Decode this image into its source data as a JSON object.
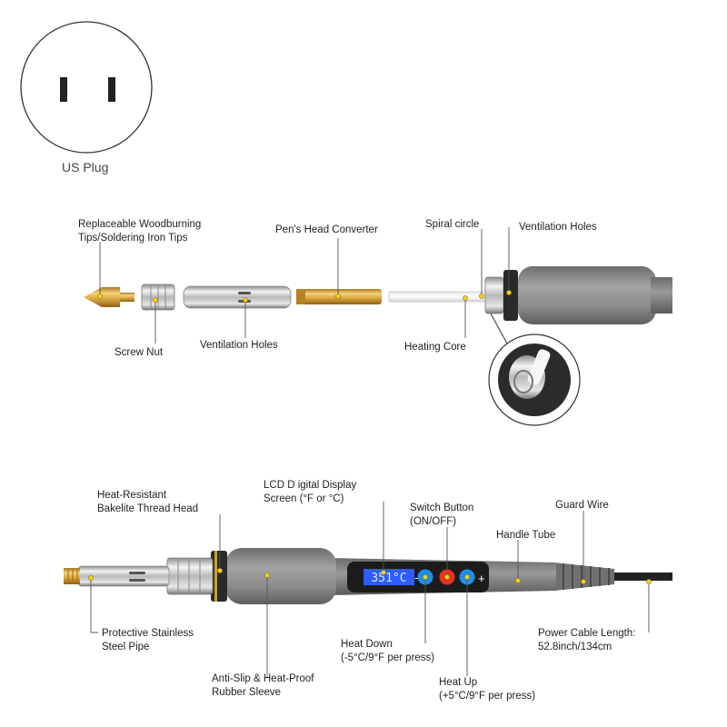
{
  "plug": {
    "caption": "US Plug"
  },
  "exploded": {
    "tips_line1": "Replaceable Woodburning",
    "tips_line2": "Tips/Soldering Iron Tips",
    "head_converter": "Pen's Head Converter",
    "spiral": "Spiral circle",
    "vent_top": "Ventilation Holes",
    "screw_nut": "Screw Nut",
    "vent_bottom": "Ventilation Holes",
    "heating_core": "Heating Core"
  },
  "assembled": {
    "thread_line1": "Heat-Resistant",
    "thread_line2": "Bakelite Thread Head",
    "lcd_line1": "LCD D igital Display",
    "lcd_line2": "Screen (°F or °C)",
    "switch_line1": "Switch Button",
    "switch_line2": "(ON/OFF)",
    "guard_wire": "Guard Wire",
    "handle_tube": "Handle Tube",
    "pipe_line1": "Protective Stainless",
    "pipe_line2": "Steel Pipe",
    "down_line1": "Heat Down",
    "down_line2": "(-5°C/9°F per press)",
    "cable_line1": "Power Cable Length:",
    "cable_line2": "52.8inch/134cm",
    "sleeve_line1": "Anti-Slip & Heat-Proof",
    "sleeve_line2": "Rubber Sleeve",
    "up_line1": "Heat Up",
    "up_line2": "(+5°C/9°F per press)",
    "display_value": "351°C",
    "minus_symbol": "−",
    "plus_symbol": "+"
  },
  "colors": {
    "label_dot": "#f2d21a",
    "leader_line": "#555555",
    "rubber_grey": "#8c8c8c",
    "brass": "#d9a640",
    "chrome": "#c9c9c9",
    "lcd_blue": "#2d5cff",
    "button_blue": "#1f8ee8",
    "button_red": "#e8321f"
  }
}
